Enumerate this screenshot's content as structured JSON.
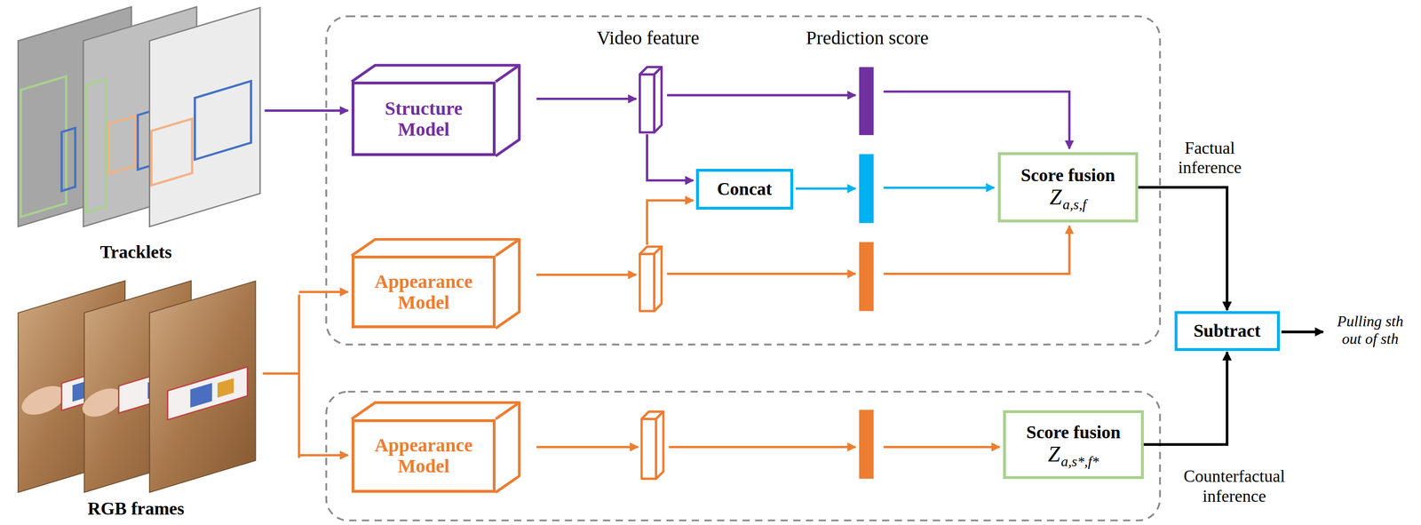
{
  "diagram": {
    "nodes": [
      {
        "text": [
          "Structure Model"
        ]
      },
      {
        "text": [
          "Concat"
        ]
      },
      {
        "text": [
          "Score fusion",
          "Z",
          "a,s,f"
        ]
      },
      {
        "text": [
          "Appearance Model"
        ]
      },
      {
        "text": [
          "Subtract"
        ]
      },
      {
        "text": [
          "Appearance Model"
        ]
      },
      {
        "text": [
          "Score fusion",
          "Z",
          "a,s*,f*"
        ]
      }
    ],
    "edges": [
      {
        "from": 2,
        "to": 4,
        "arrow": "to"
      },
      {
        "from": 6,
        "to": 4,
        "arrow": "to"
      }
    ],
    "labels": [
      "Tracklets",
      "RGB frames",
      "Video feature",
      "Prediction score",
      "Factual inference",
      "Counterfactual inference",
      "Pulling sth out of sth"
    ]
  }
}
